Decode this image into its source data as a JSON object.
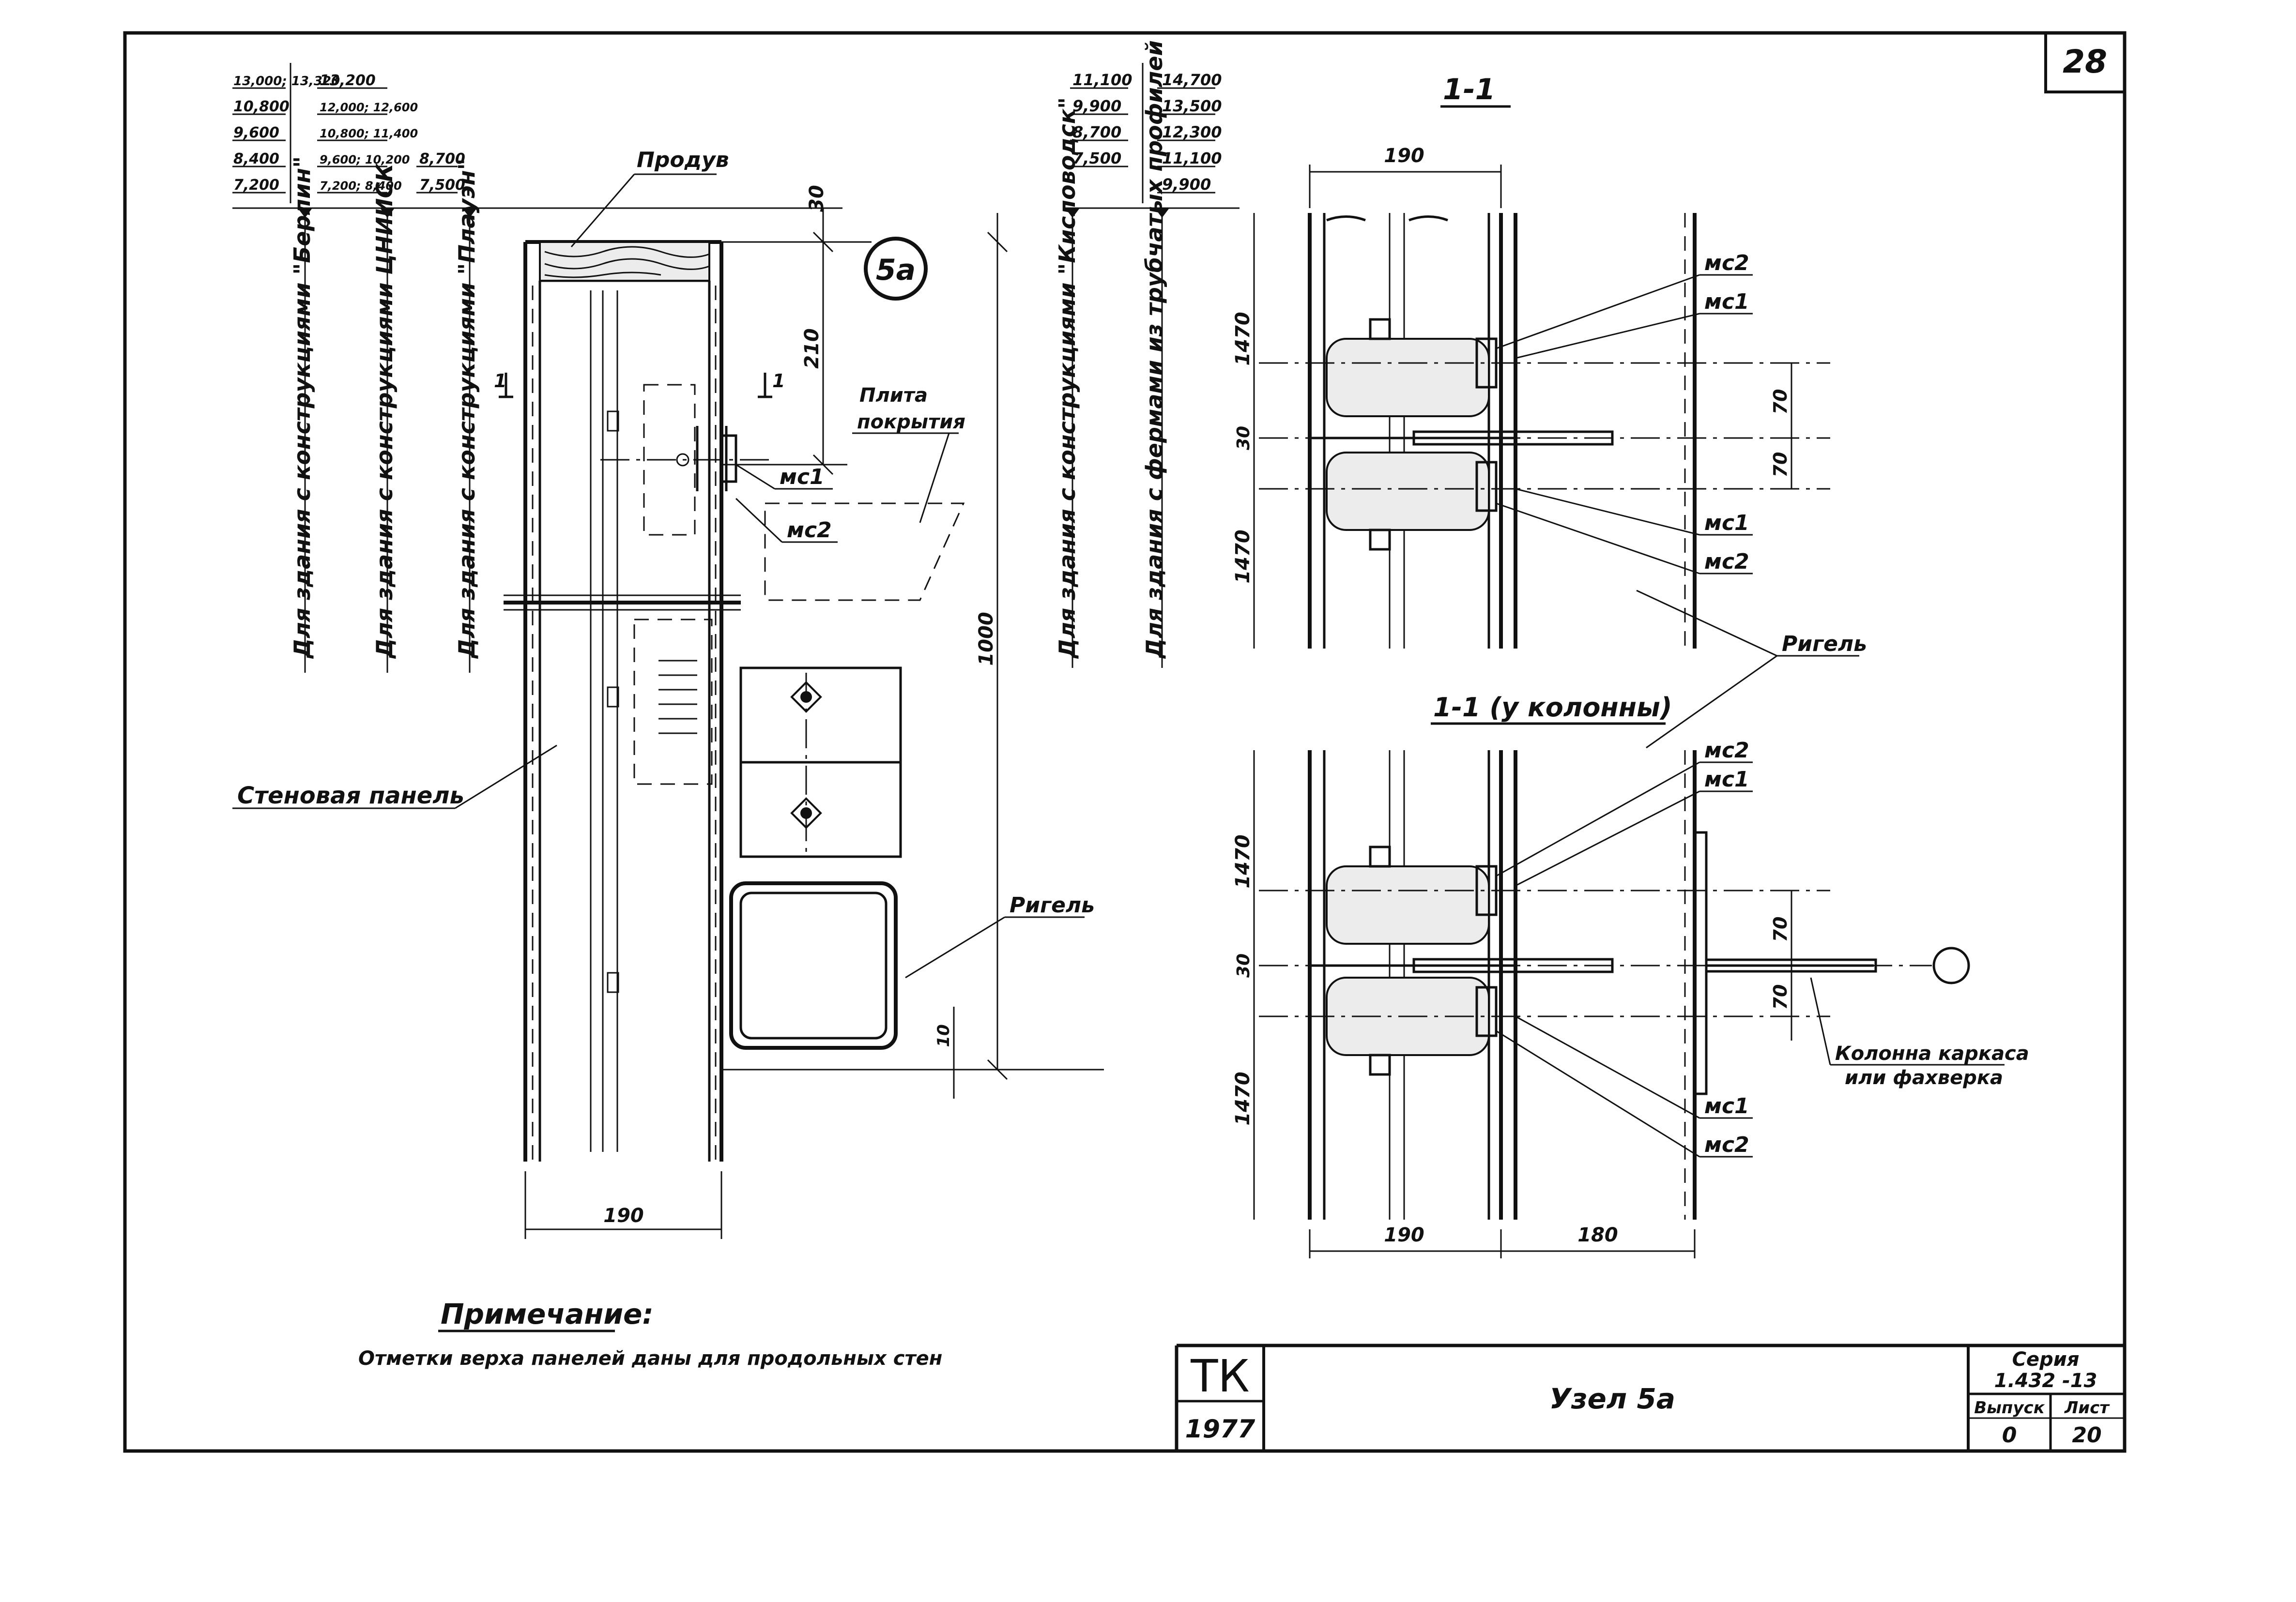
{
  "sheet": {
    "number": "28",
    "title": "Узел 5а",
    "stamp": "ТК",
    "year": "1977",
    "series_label": "Серия",
    "series_value": "1.432 -13",
    "issue_label": "Выпуск",
    "issue_value": "0",
    "sheet_label": "Лист",
    "sheet_value": "20"
  },
  "node_marker": "5а",
  "elevation_tables": {
    "left": {
      "col1": [
        "13,000; 13,320",
        "10,800",
        "9,600",
        "8,400",
        "7,200"
      ],
      "col2": [
        "13,200",
        "12,000; 12,600",
        "10,800; 11,400",
        "9,600; 10,200",
        "7,200; 8,400"
      ],
      "col3": [
        "8,700",
        "7,500"
      ]
    },
    "right": {
      "col1": [
        "11,100",
        "9,900",
        "8,700",
        "7,500"
      ],
      "col2": [
        "14,700",
        "13,500",
        "12,300",
        "11,100",
        "9,900"
      ]
    }
  },
  "vertical_notes": [
    "Для здания с конструкциями \"Берлин\"",
    "Для здания с конструкциями ЦНИИСК",
    "Для здания с конструкциями \"Плауэн\"",
    "Для здания с конструкциями \"Кисловодск\"",
    "Для здания с фермами из трубчатых профилей"
  ],
  "labels": {
    "produv": "Продув",
    "plita_line1": "Плита",
    "plita_line2": "покрытия",
    "mc1": "мс1",
    "mc2": "мс2",
    "stenovaya": "Стеновая панель",
    "rigel": "Ригель",
    "kolonna_line1": "Колонна каркаса",
    "kolonna_line2": "или фахверка",
    "section_11": "1-1",
    "section_11_col": "1-1 (у колонны)",
    "cut_mark": "1"
  },
  "dimensions": {
    "d30": "30",
    "d210": "210",
    "d1000": "1000",
    "d10": "10",
    "d190": "190",
    "d180": "180",
    "d1470": "1470",
    "d70": "70"
  },
  "note": {
    "heading": "Примечание:",
    "text": "Отметки верха панелей даны для продольных стен"
  }
}
